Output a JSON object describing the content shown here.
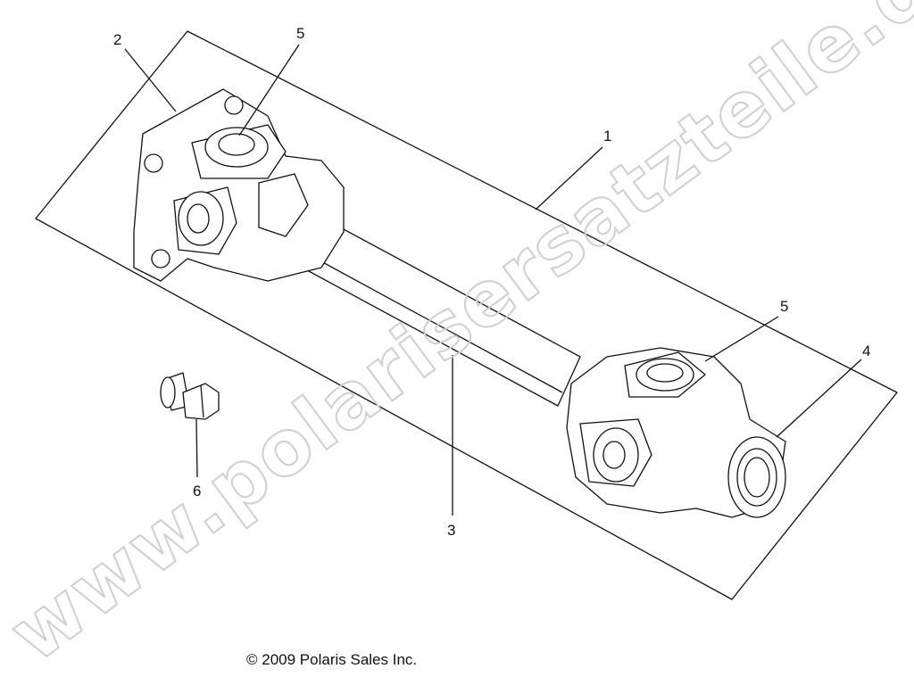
{
  "watermark": "www.polarisersatzteile.de",
  "callouts": [
    {
      "id": "1",
      "label": "1"
    },
    {
      "id": "2",
      "label": "2"
    },
    {
      "id": "3",
      "label": "3"
    },
    {
      "id": "4",
      "label": "4"
    },
    {
      "id": "5a",
      "label": "5"
    },
    {
      "id": "5b",
      "label": "5"
    },
    {
      "id": "6",
      "label": "6"
    }
  ],
  "footer": {
    "copyright": "© 2009 Polaris Sales Inc."
  },
  "colors": {
    "line": "#111111",
    "watermark": "#cfcfcf"
  }
}
